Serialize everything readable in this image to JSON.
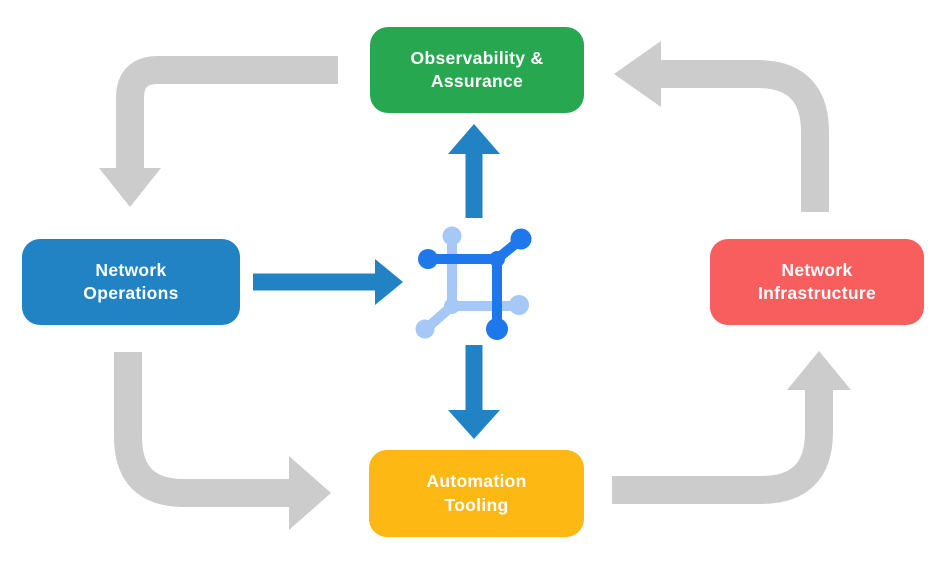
{
  "diagram": {
    "nodes": {
      "observability": {
        "line1": "Observability &",
        "line2": "Assurance"
      },
      "operations": {
        "line1": "Network",
        "line2": "Operations"
      },
      "infrastructure": {
        "line1": "Network",
        "line2": "Infrastructure"
      },
      "automation": {
        "line1": "Automation",
        "line2": "Tooling"
      }
    },
    "center_icon": "network-grid-icon",
    "flow": [
      "Observability & Assurance -> Network Operations",
      "Network Operations -> Automation Tooling",
      "Automation Tooling -> Network Infrastructure",
      "Network Infrastructure -> Observability & Assurance",
      "Network Operations -> center icon",
      "center icon -> Observability & Assurance",
      "center icon -> Automation Tooling"
    ]
  },
  "colors": {
    "node_green": "#28A751",
    "node_blue": "#2182C4",
    "node_red": "#F85E5D",
    "node_yellow": "#FDB813",
    "arrow_gray": "#CCCCCC",
    "arrow_blue": "#2182C4",
    "icon_dark_blue": "#1E78EB",
    "icon_light_blue": "#A6C8F7",
    "node_text": "#FFFFFF",
    "background": "#FFFFFF"
  }
}
